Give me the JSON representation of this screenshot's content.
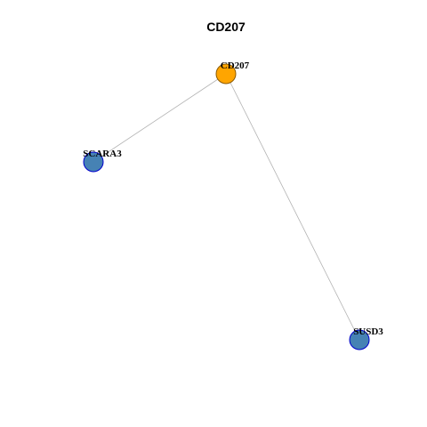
{
  "graph": {
    "title": "CD207",
    "nodes": [
      {
        "id": "CD207",
        "label": "CD207",
        "role": "hub",
        "color": "#FFA500",
        "stroke": "#8B5A00"
      },
      {
        "id": "SCARA3",
        "label": "SCARA3",
        "role": "neighbor",
        "color": "#4682B4",
        "stroke": "#0000CD"
      },
      {
        "id": "SUSD3",
        "label": "SUSD3",
        "role": "neighbor",
        "color": "#4682B4",
        "stroke": "#0000CD"
      }
    ],
    "edges": [
      {
        "source": "CD207",
        "target": "SCARA3"
      },
      {
        "source": "CD207",
        "target": "SUSD3"
      }
    ]
  }
}
